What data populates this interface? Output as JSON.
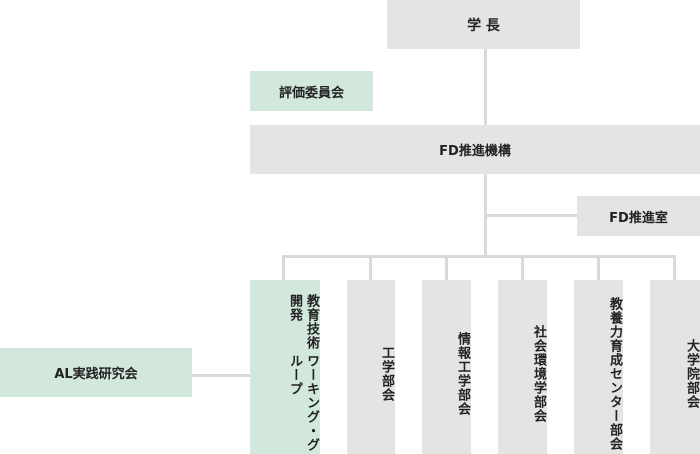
{
  "nodes": {
    "president": "学 長",
    "evaluation_committee": "評価委員会",
    "fd_organization": "FD推進機構",
    "fd_office": "FD推進室",
    "al_research_group": "AL実践研究会",
    "working_group": {
      "line1": "教育技術開発",
      "line2": "ワーキング・グループ"
    },
    "departments": [
      "工学部会",
      "情報工学部会",
      "社会環境学部会",
      "教養力育成センター部会",
      "大学院部会"
    ]
  },
  "colors": {
    "gray_box": "#e4e4e4",
    "green_box": "#d3e8dd",
    "connector": "#d9d9d9"
  }
}
